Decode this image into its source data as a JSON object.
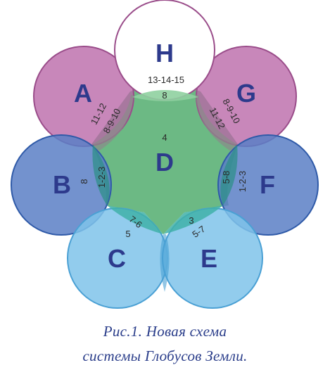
{
  "circles": {
    "H": {
      "letter": "H",
      "numbers": "13-14-15",
      "sub": "8"
    },
    "A": {
      "letter": "A",
      "numbers": "11-12",
      "sub": "8-9-10"
    },
    "G": {
      "letter": "G",
      "numbers": "8-9-10",
      "sub": "11-12"
    },
    "B": {
      "letter": "B",
      "numbers": "8",
      "sub": "1-2-3"
    },
    "F": {
      "letter": "F",
      "numbers": "5-8",
      "sub": "1-2-3"
    },
    "C": {
      "letter": "C",
      "numbers": "7-6",
      "sub": "5"
    },
    "E": {
      "letter": "E",
      "numbers": "3",
      "sub": "5-7"
    },
    "D": {
      "letter": "D",
      "numbers": "4"
    }
  },
  "caption": {
    "line1": "Рис.1. Новая схема",
    "line2": "системы Глобусов Земли."
  }
}
